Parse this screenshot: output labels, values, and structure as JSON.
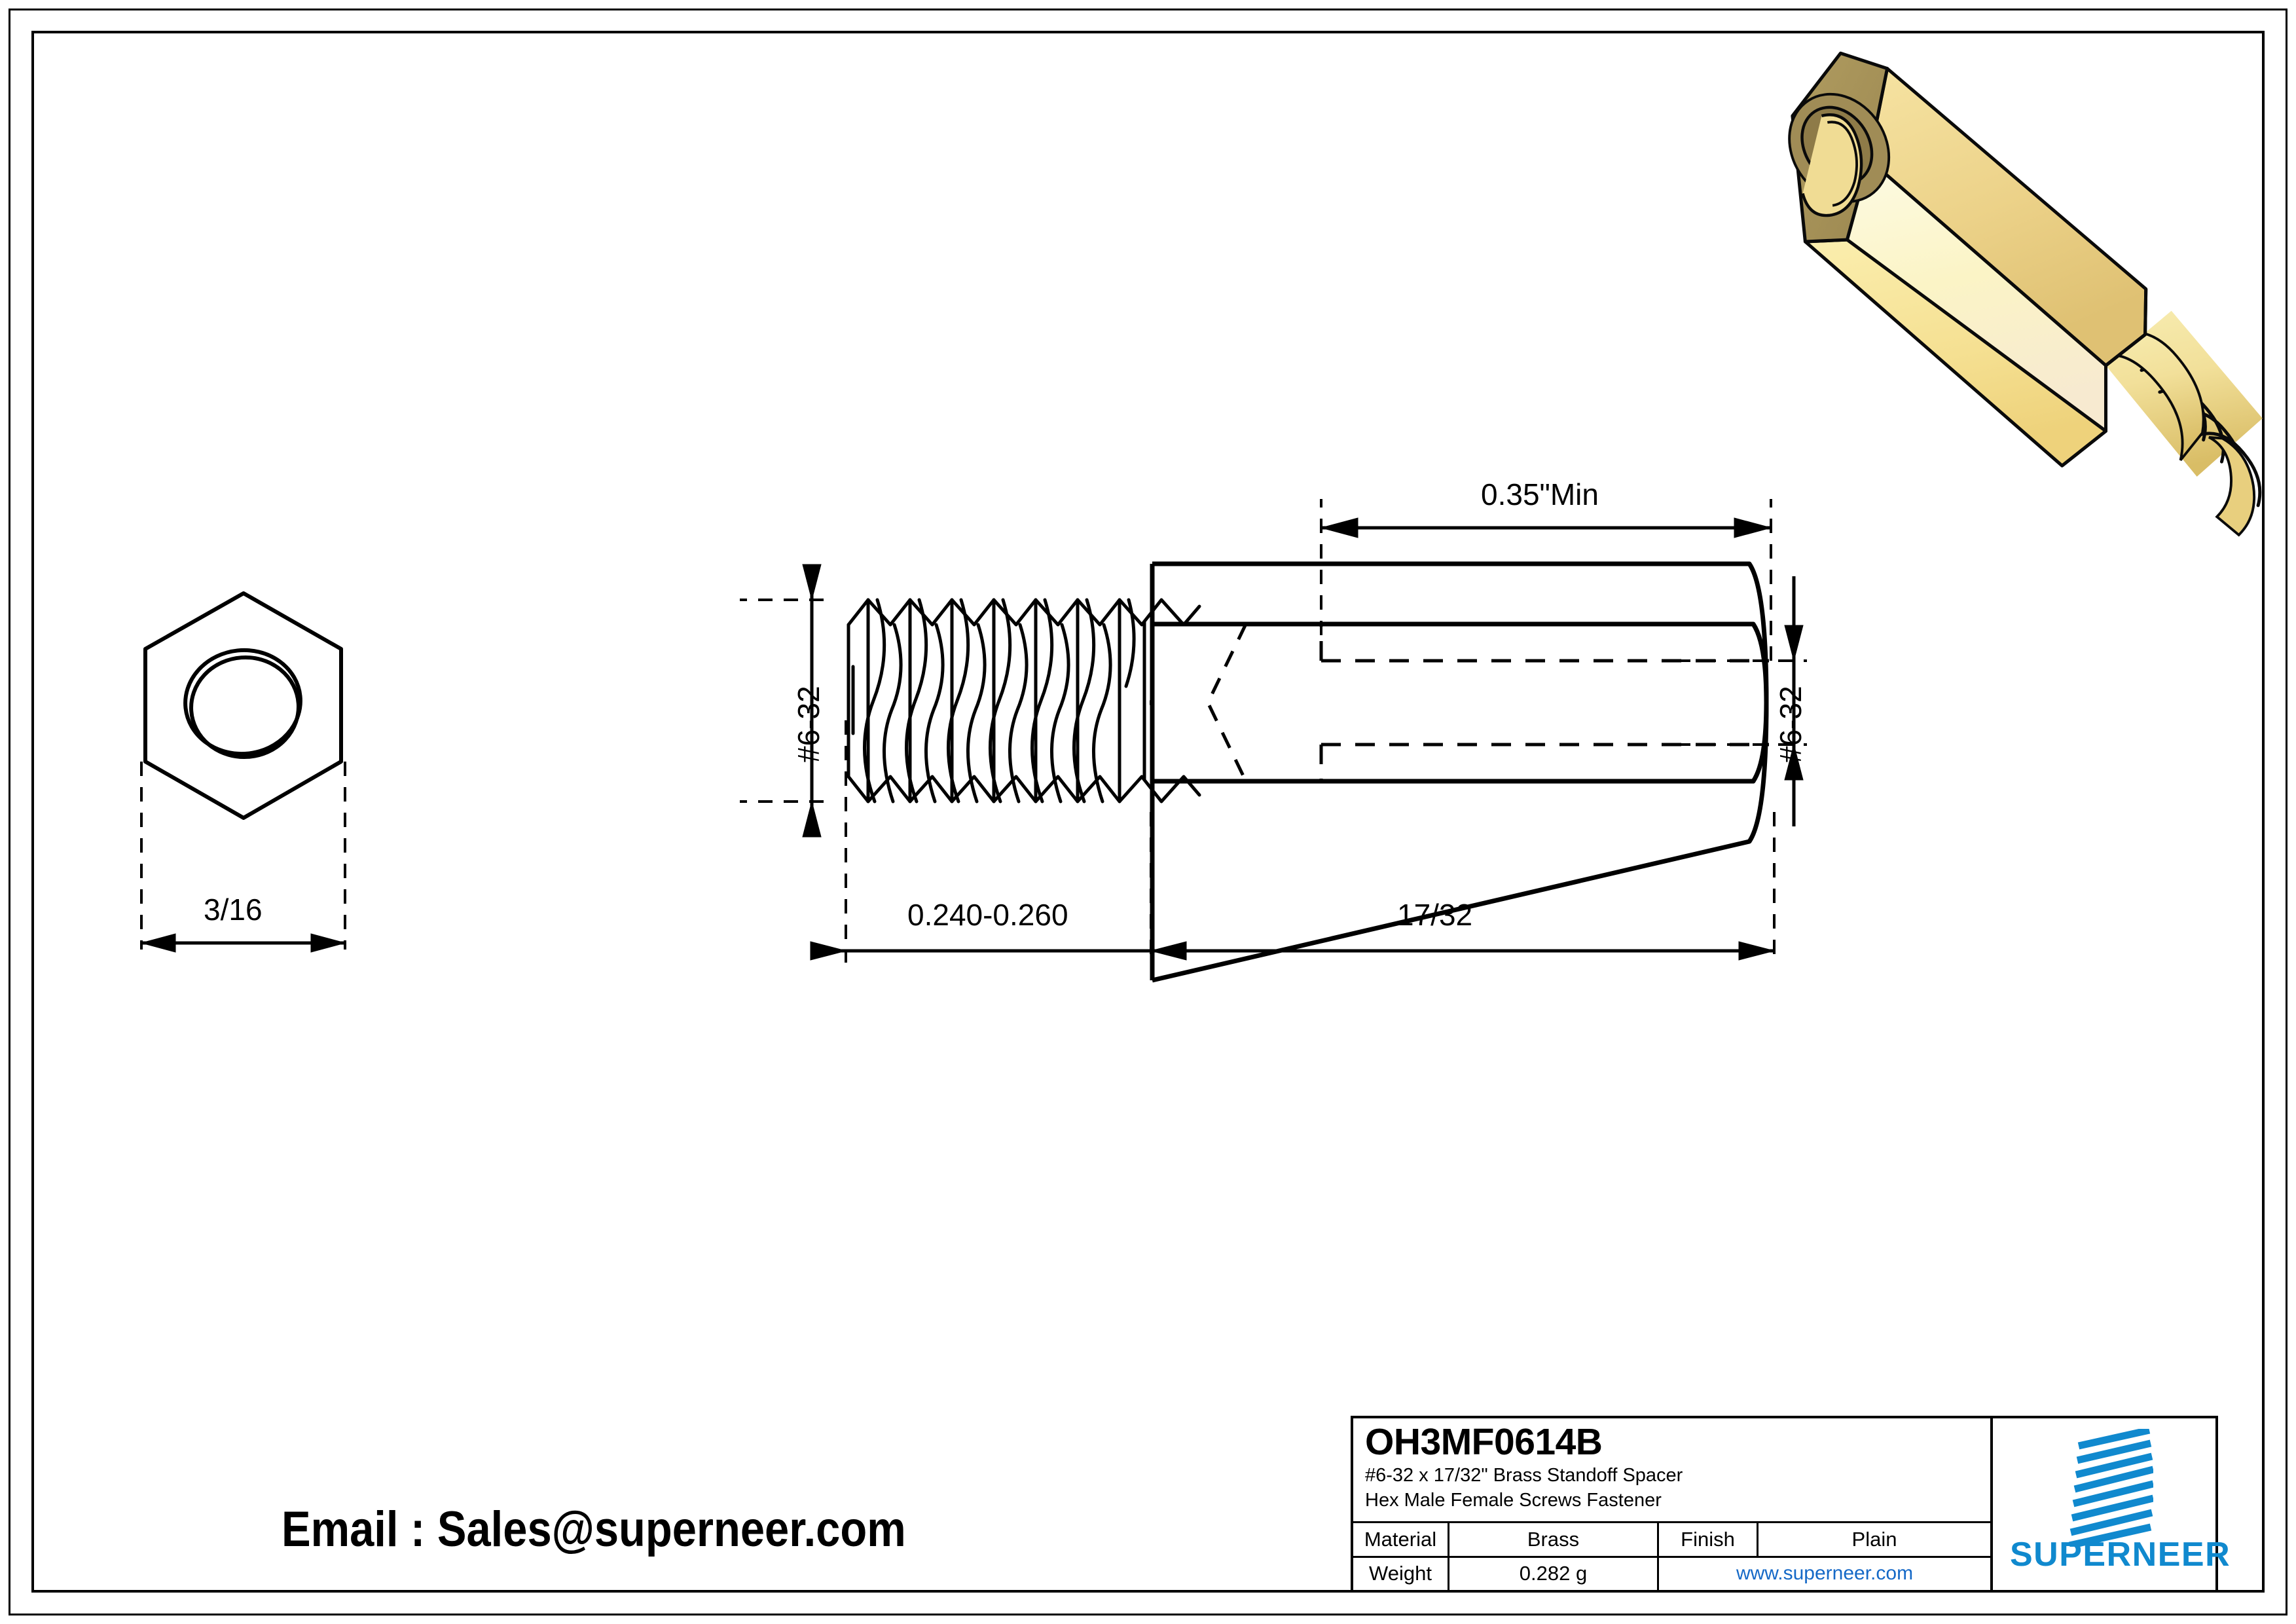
{
  "sheet": {
    "email_text": "Email : Sales@superneer.com"
  },
  "views": {
    "end_view": {
      "name": "hex-end-view",
      "width_dim": "3/16"
    },
    "side_view": {
      "name": "side-section-view",
      "thread_dim": "0.240-0.260",
      "body_dim": "17/32",
      "female_depth_dim": "0.35\"Min",
      "male_thread_label": "#6-32",
      "female_thread_label": "#6-32"
    },
    "iso_view": {
      "name": "isometric-render",
      "colors": {
        "brass_light": "#fdf6c8",
        "brass_mid": "#f2dc87",
        "brass_dark": "#e0c468",
        "brass_face": "#a8935a",
        "brass_shadow": "#c9a94e"
      }
    }
  },
  "titleblock": {
    "part_number": "OH3MF0614B",
    "description_line1": "#6-32 x 17/32\" Brass Standoff Spacer",
    "description_line2": "Hex Male Female Screws Fastener",
    "material_label": "Material",
    "material_value": "Brass",
    "finish_label": "Finish",
    "finish_value": "Plain",
    "weight_label": "Weight",
    "weight_value": "0.282 g",
    "url": "www.superneer.com",
    "brand": "SUPERNEER",
    "brand_color": "#1089ce",
    "url_color": "#1569c7"
  }
}
